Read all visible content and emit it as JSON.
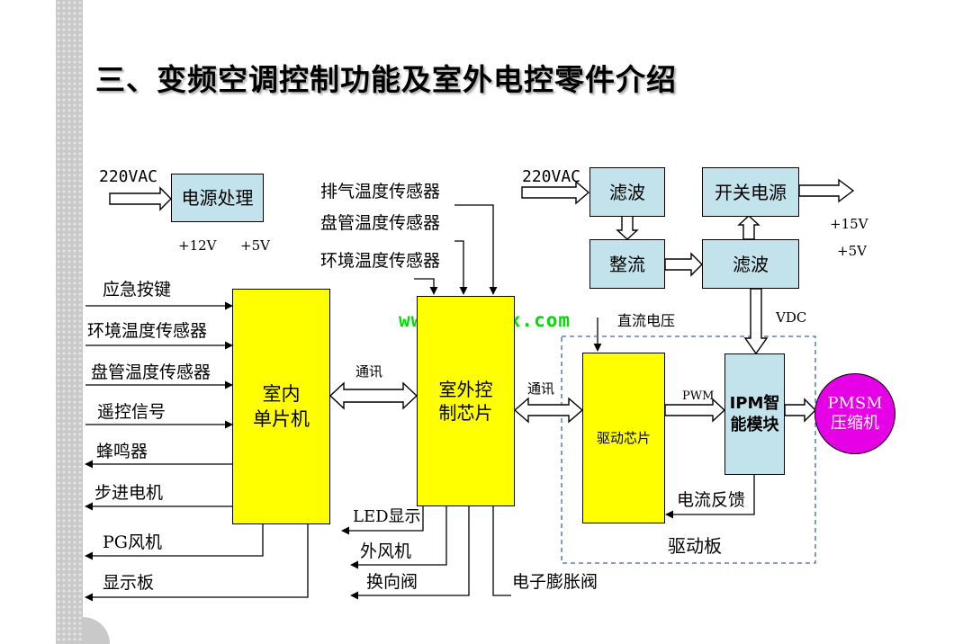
{
  "title": "三、变频空调控制功能及室外电控零件介绍",
  "website": "www.bjjdwx.com",
  "left": {
    "ac_input": "220VAC",
    "power_box": "电源处理",
    "v12": "+12V",
    "v5": "+5V",
    "inputs": [
      "应急按键",
      "环境温度传感器",
      "盘管温度传感器",
      "遥控信号"
    ],
    "outputs": [
      "蜂鸣器",
      "步进电机",
      "PG风机",
      "显示板"
    ],
    "indoor_mcu_line1": "室内",
    "indoor_mcu_line2": "单片机",
    "comm1": "通讯"
  },
  "middle": {
    "sensors": [
      "排气温度传感器",
      "盘管温度传感器",
      "环境温度传感器"
    ],
    "outdoor_chip_line1": "室外控",
    "outdoor_chip_line2": "制芯片",
    "outputs": [
      "LED显示",
      "外风机",
      "换向阀",
      "电子膨胀阀"
    ],
    "comm2": "通讯"
  },
  "right": {
    "ac_input": "220VAC",
    "filter1": "滤波",
    "rectifier": "整流",
    "switch_power": "开关电源",
    "filter2": "滤波",
    "v15": "+15V",
    "v5": "+5V",
    "vdc": "VDC",
    "dc_voltage": "直流电压",
    "driver_chip": "驱动芯片",
    "pwm": "PWM",
    "ipm_line1": "IPM智",
    "ipm_line2": "能模块",
    "current_feedback": "电流反馈",
    "driver_board": "驱动板",
    "pmsm_line1": "PMSM",
    "pmsm_line2": "压缩机"
  }
}
